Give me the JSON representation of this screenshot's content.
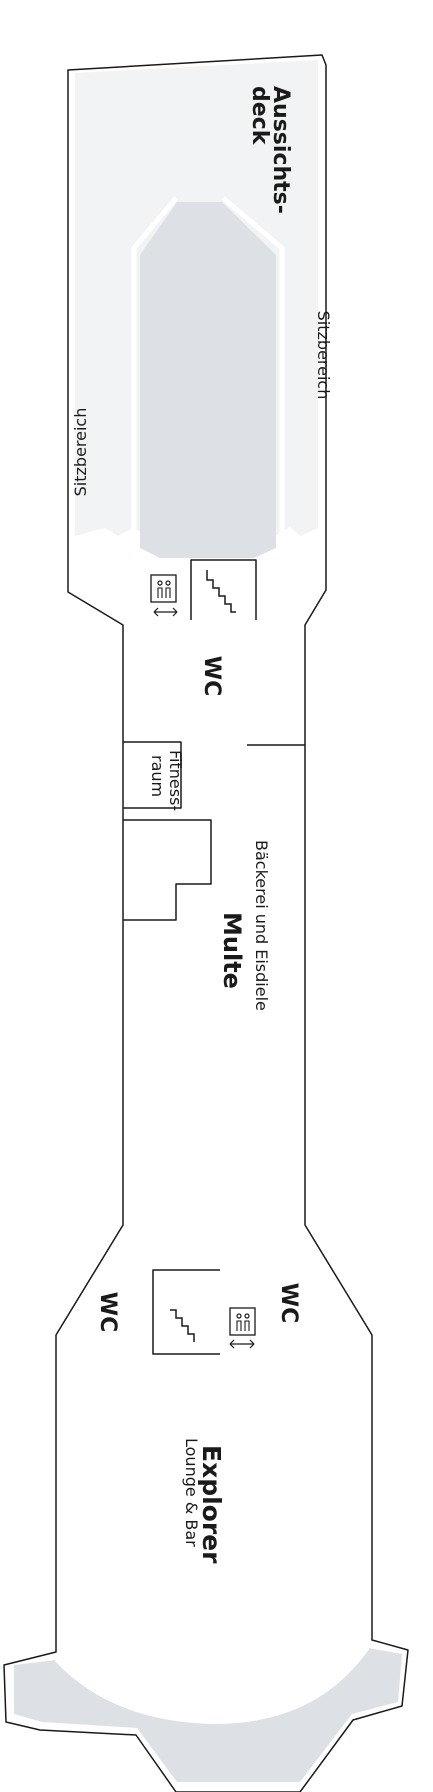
{
  "deck_plan": {
    "areas": {
      "observation_deck": "Aussichts-",
      "observation_deck_line2": "deck",
      "seating_right": "Sitzbereich",
      "seating_left": "Sitzbereich",
      "wc_upper": "WC",
      "fitness": "Fitness-",
      "fitness_line2": "raum",
      "bakery": "Bäckerei und Eisdiele",
      "multe": "Multe",
      "wc_lower_left": "WC",
      "wc_lower_right": "WC",
      "explorer": "Explorer",
      "explorer_sub": "Lounge & Bar"
    },
    "icons": [
      "stairs-icon",
      "elevator-icon"
    ],
    "colors": {
      "outline": "#1a1a1a",
      "light_fill": "#f2f3f4",
      "mid_fill": "#dde1e5",
      "background": "#ffffff"
    }
  }
}
